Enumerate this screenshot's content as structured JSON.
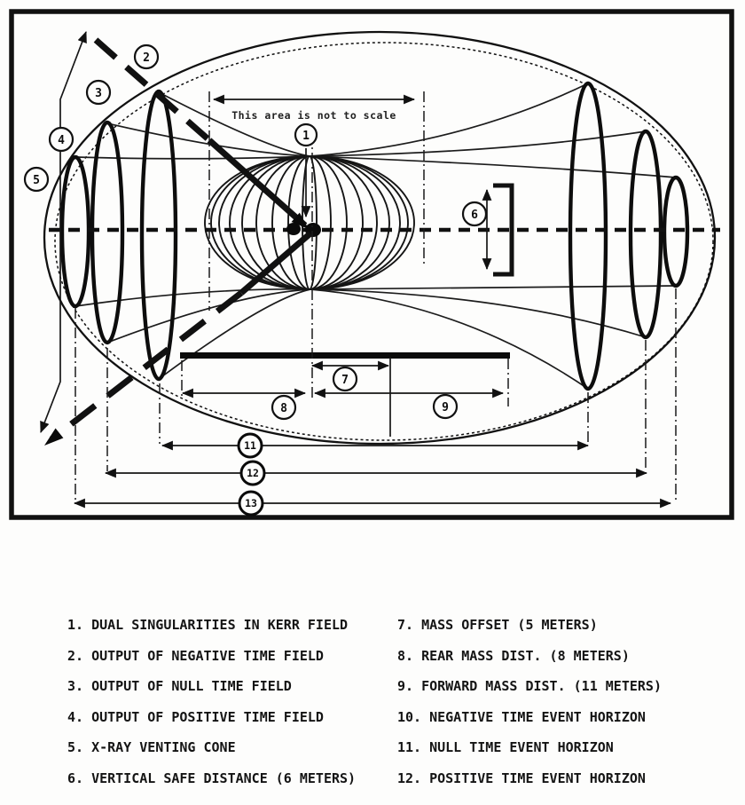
{
  "diagram": {
    "note": "This area is not to scale",
    "callouts": {
      "c1": "1",
      "c2": "2",
      "c3": "3",
      "c4": "4",
      "c5": "5",
      "c6": "6",
      "c7": "7",
      "c8": "8",
      "c9": "9",
      "c11": "11",
      "c12": "12",
      "c13": "13"
    }
  },
  "legend": {
    "left": [
      {
        "num": "1.",
        "text": "DUAL SINGULARITIES IN KERR FIELD"
      },
      {
        "num": "2.",
        "text": "OUTPUT OF NEGATIVE TIME FIELD"
      },
      {
        "num": "3.",
        "text": "OUTPUT OF NULL TIME FIELD"
      },
      {
        "num": "4.",
        "text": "OUTPUT OF POSITIVE TIME FIELD"
      },
      {
        "num": "5.",
        "text": "X-RAY VENTING CONE"
      },
      {
        "num": "6.",
        "text": "VERTICAL SAFE DISTANCE (6 METERS)"
      }
    ],
    "right": [
      {
        "num": "7.",
        "text": "MASS OFFSET (5 METERS)"
      },
      {
        "num": "8.",
        "text": "REAR MASS DIST. (8 METERS)"
      },
      {
        "num": "9.",
        "text": "FORWARD MASS DIST. (11 METERS)"
      },
      {
        "num": "10.",
        "text": "NEGATIVE TIME EVENT HORIZON"
      },
      {
        "num": "11.",
        "text": "NULL TIME EVENT HORIZON"
      },
      {
        "num": "12.",
        "text": "POSITIVE TIME EVENT HORIZON"
      }
    ]
  }
}
